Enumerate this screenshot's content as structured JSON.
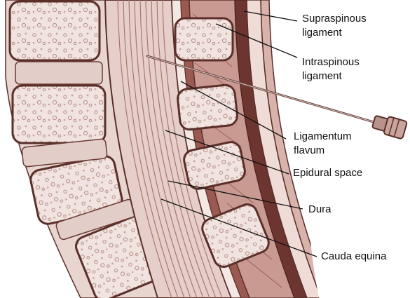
{
  "colors": {
    "background": "#ffffff",
    "bone_outline": "#5a2f2a",
    "bone_fill": "#f5ecea",
    "cancellous_bone": "#cfb3ad",
    "disc": "#e3cdc8",
    "disc_shade": "#c9a9a2",
    "soft_tissue": "#d9bcb6",
    "ligament": "#8a4a42",
    "ligament_dark": "#6d3530",
    "cauda_fibers": "#b78c85",
    "needle": "#7a5550",
    "leader_line": "#111111"
  },
  "labels": {
    "supraspinous_1": "Supraspinous",
    "supraspinous_2": "ligament",
    "intraspinous_1": "Intraspinous",
    "intraspinous_2": "ligament",
    "ligamentum_1": "Ligamentum",
    "ligamentum_2": "flavum",
    "epidural": "Epidural space",
    "dura": "Dura",
    "cauda": "Cauda equina"
  }
}
